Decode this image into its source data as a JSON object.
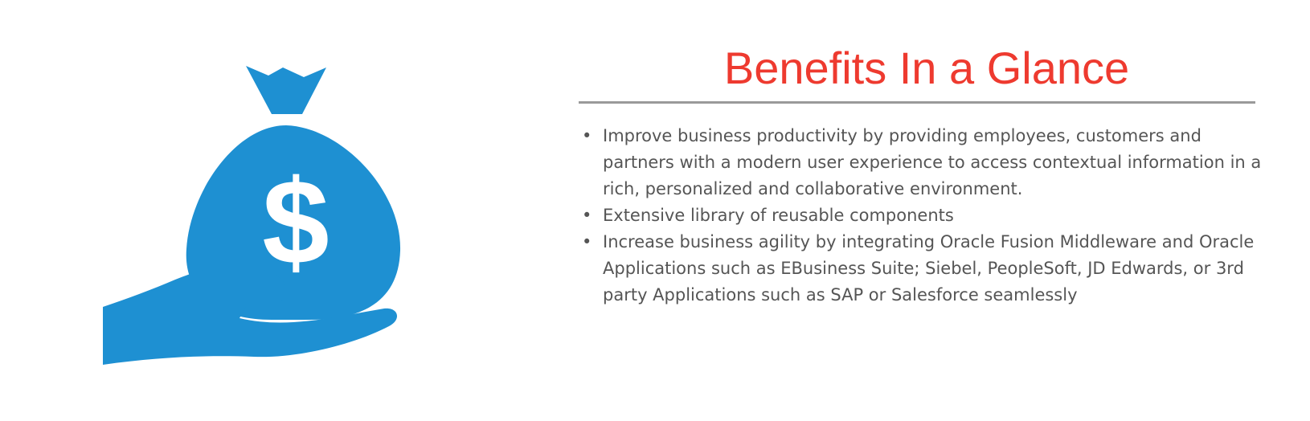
{
  "colors": {
    "accent": "#1e90d2",
    "title": "#ee3a2f",
    "text": "#555555",
    "divider": "#9a9a9a",
    "background": "#ffffff"
  },
  "illustration": {
    "icon": "money-bag-in-hand-icon",
    "symbol": "$"
  },
  "header": {
    "title": "Benefits In a Glance"
  },
  "benefits": [
    " Improve business productivity by providing employees, customers and partners with a modern user experience to access contextual information in a rich, personalized and collaborative environment.",
    "Extensive library of reusable components",
    "Increase business agility by integrating Oracle Fusion Middleware and Oracle Applications such as EBusiness Suite; Siebel, PeopleSoft, JD Edwards, or 3rd party Applications such as SAP or Salesforce seamlessly"
  ],
  "bullet_char": "•"
}
